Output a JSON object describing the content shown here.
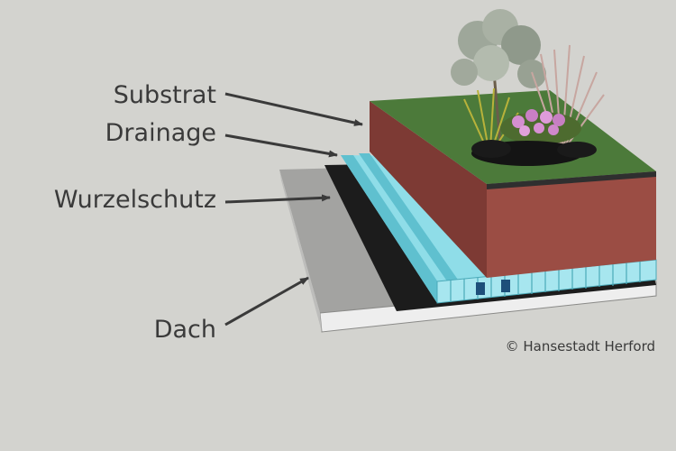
{
  "labels": {
    "substrat": "Substrat",
    "drainage": "Drainage",
    "wurzelschutz": "Wurzelschutz",
    "dach": "Dach"
  },
  "copyright": "© Hansestadt Herford",
  "colors": {
    "background": "#d3d3cf",
    "roof_top": "#a3a3a1",
    "roof_slab": "#eeeeee",
    "root_barrier": "#1c1c1c",
    "drainage": "#7fd3e0",
    "substrate_front": "#9b4d44",
    "substrate_side": "#7d3a34",
    "lawn": "#4c7a3a",
    "arrow": "#3a3a3a"
  }
}
